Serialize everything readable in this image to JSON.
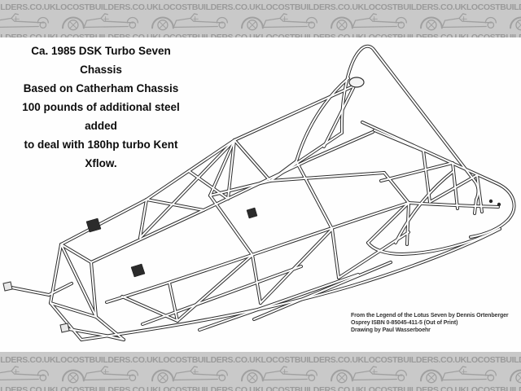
{
  "watermark_banner": {
    "text": "LOCOSTBUILDERS.CO.UK",
    "repeat_count": 7,
    "background_color": "#c9c9c9",
    "text_color": "#9b9b9b",
    "icon": "lotus-seven-car-icon",
    "icon_color": "#a0a0a0"
  },
  "title_block": {
    "lines": [
      "Ca. 1985 DSK Turbo Seven Chassis",
      "Based on Catherham Chassis",
      "100 pounds of additional steel added",
      "to deal with 180hp turbo Kent Xflow."
    ]
  },
  "credits_block": {
    "lines": [
      "From the Legend of the Lotus Seven by Dennis Ortenberger",
      "Osprey ISBN 0-85045-411-5 (Out of Print)",
      "Drawing by Paul Wasserboehr"
    ]
  },
  "drawing": {
    "subject": "Isometric line drawing of a tubular space-frame chassis (DSK Turbo Seven, Caterham-based)",
    "line_color": "#2e2e2e"
  }
}
